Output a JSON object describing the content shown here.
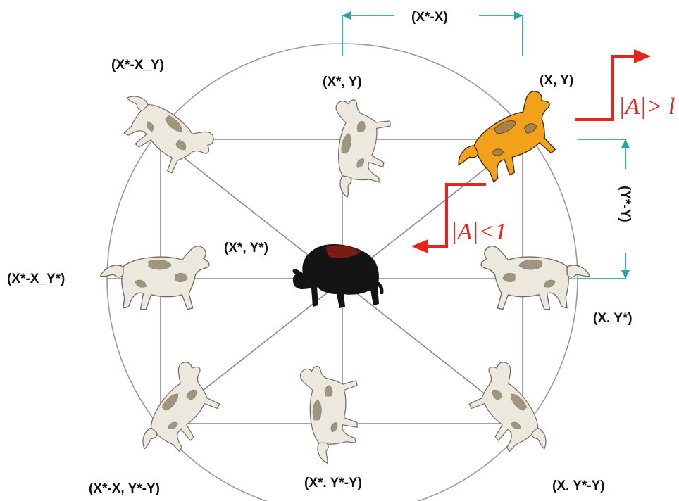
{
  "colors": {
    "line": "#8a8a8a",
    "circle": "#9a9a9a",
    "teal": "#2aa3a3",
    "red": "#e8231c",
    "wolf_fill": "#ece8dd",
    "wolf_spots": "#8a7a5e",
    "wolf_outline": "#6f6a5d",
    "alpha_fill": "#f2a11a",
    "alpha_spots": "#1b1408",
    "prey_fill": "#141414",
    "prey_accent": "#7a1b14"
  },
  "labels": {
    "top_left": "(X*-X_Y)",
    "top_center": "(X*, Y)",
    "top_right": "(X, Y)",
    "mid_left": "(X*-X_Y*)",
    "center": "(X*, Y*)",
    "mid_right": "(X. Y*)",
    "bottom_left": "(X*-X, Y*-Y)",
    "bottom_center": "(X*. Y*-Y)",
    "bottom_right": "(X. Y*-Y)",
    "dx_label": "(X*-X)",
    "dy_label": "(Y*-Y)"
  },
  "annotations": {
    "gt_label": "|A|> l",
    "lt_label": "|A|<1"
  },
  "icons": {
    "prey": "bison-icon",
    "alpha": "leading-wolf-icon",
    "pack": "wolf-icon"
  }
}
